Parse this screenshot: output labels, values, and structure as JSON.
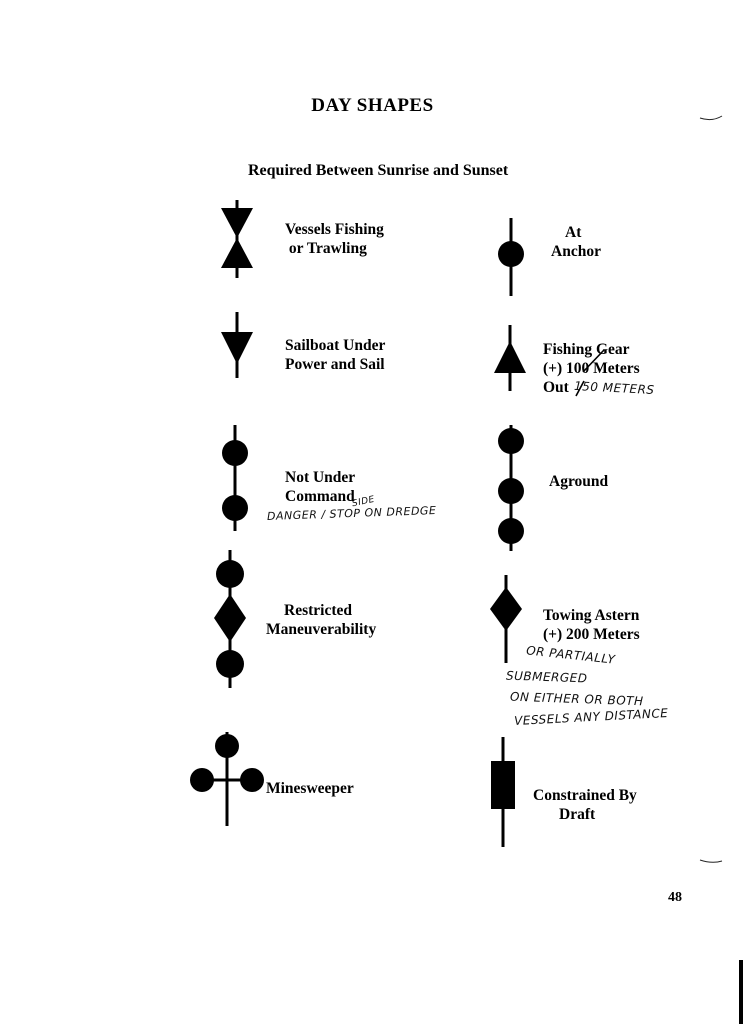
{
  "title": "DAY SHAPES",
  "subtitle": "Required Between Sunrise and Sunset",
  "shapes": {
    "fishing": {
      "line1": "Vessels Fishing",
      "line2": " or Trawling",
      "icon": "two-cones-points-together"
    },
    "sailboat": {
      "line1": "Sailboat Under",
      "line2": "Power and Sail",
      "icon": "cone-point-down"
    },
    "not_under_command": {
      "line1": "Not Under",
      "line2": "Command",
      "note": "DANGER / STOP ON DREDGE",
      "note_above": "SIDE",
      "icon": "two-balls"
    },
    "restricted": {
      "line1": "Restricted",
      "line2": "Maneuverability",
      "icon": "ball-diamond-ball"
    },
    "minesweeper": {
      "label": "Minesweeper",
      "icon": "three-balls-cross"
    },
    "anchor": {
      "line1": "At",
      "line2": "Anchor",
      "icon": "ball"
    },
    "fishing_gear": {
      "line1": "Fishing Gear",
      "line2": "(+) 100 Meters",
      "line3": "Out",
      "note": "150 METERS",
      "icon": "cone-point-up"
    },
    "aground": {
      "label": "Aground",
      "icon": "three-balls"
    },
    "towing": {
      "line1": "Towing Astern",
      "line2": "(+) 200 Meters",
      "note1": "OR PARTIALLY",
      "note2": "SUBMERGED",
      "note3": "ON EITHER OR BOTH",
      "note4": "VESSELS ANY DISTANCE",
      "icon": "diamond"
    },
    "constrained": {
      "line1": "Constrained By",
      "line2": "Draft",
      "icon": "cylinder"
    }
  },
  "page_number": "48"
}
